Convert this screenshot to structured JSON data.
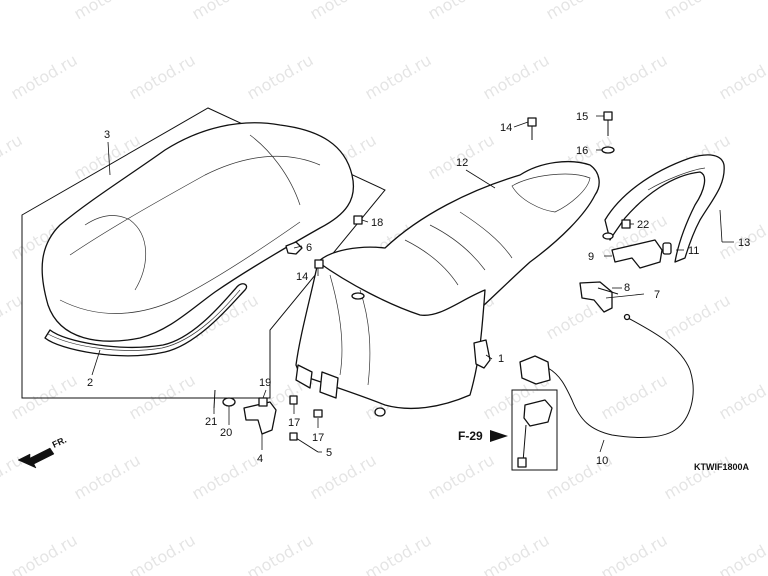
{
  "watermark": {
    "text": "motod.ru"
  },
  "diagram": {
    "code": "KTWIF1800A",
    "direction_label": "FR.",
    "reference_label": "F-29",
    "callouts": {
      "c1": "1",
      "c2": "2",
      "c3": "3",
      "c4": "4",
      "c5": "5",
      "c6": "6",
      "c7": "7",
      "c8": "8",
      "c9": "9",
      "c10": "10",
      "c11": "11",
      "c12": "12",
      "c13": "13",
      "c14a": "14",
      "c14b": "14",
      "c15": "15",
      "c16": "16",
      "c17a": "17",
      "c17b": "17",
      "c18": "18",
      "c19": "19",
      "c20": "20",
      "c21": "21",
      "c22": "22"
    }
  },
  "colors": {
    "ink": "#111111",
    "background": "#ffffff"
  }
}
